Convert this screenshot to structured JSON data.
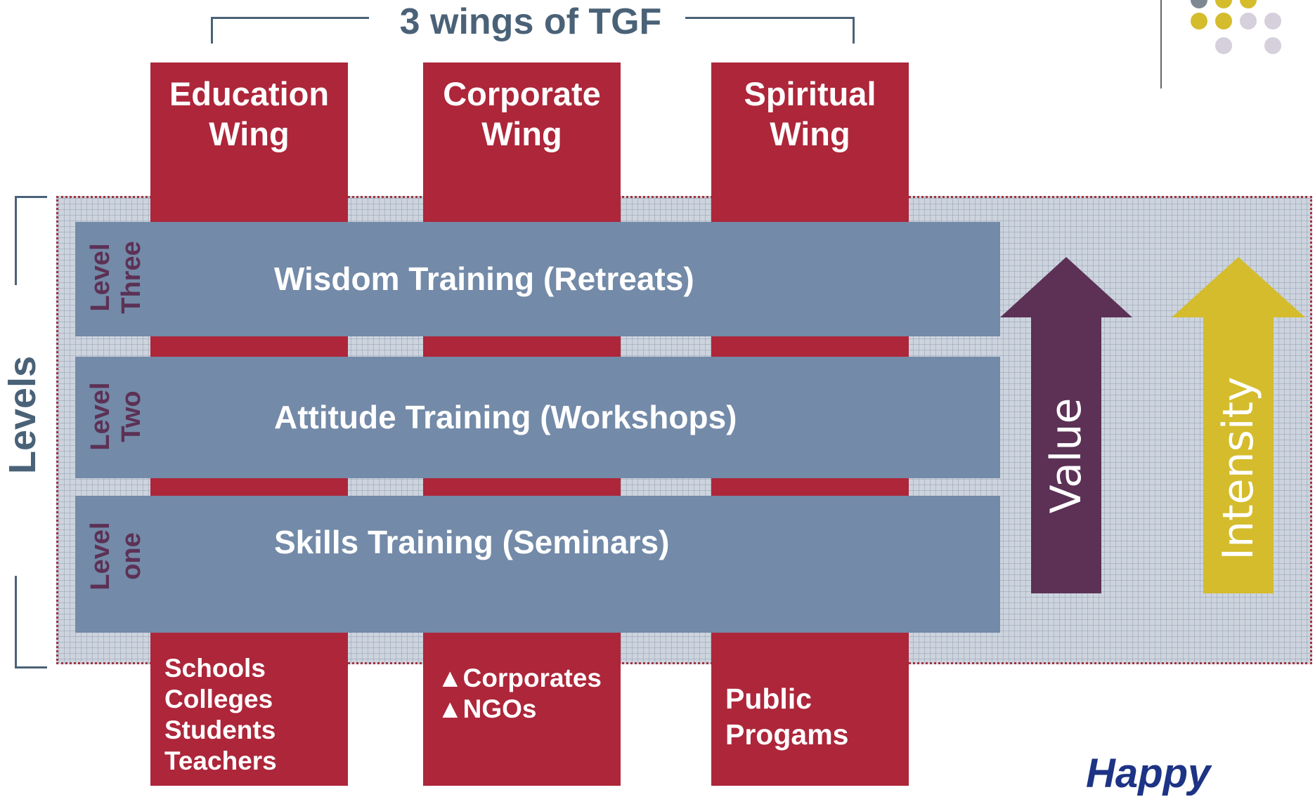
{
  "title": "3 wings of TGF",
  "levels_label": "Levels",
  "wings": [
    {
      "title_line1": "Education",
      "title_line2": "Wing",
      "audience": [
        "Schools",
        "Colleges",
        "Students",
        "Teachers"
      ]
    },
    {
      "title_line1": "Corporate",
      "title_line2": "Wing",
      "audience": [
        "▲Corporates",
        "▲NGOs"
      ]
    },
    {
      "title_line1": "Spiritual",
      "title_line2": "Wing",
      "audience": [
        "Public",
        "Progams"
      ]
    }
  ],
  "levels": [
    {
      "level_word": "Level",
      "level_num": "Three",
      "training": "Wisdom Training (Retreats)"
    },
    {
      "level_word": "Level",
      "level_num": "Two",
      "training": "Attitude Training (Workshops)"
    },
    {
      "level_word": "Level",
      "level_num": "one",
      "training": "Skills Training (Seminars)"
    }
  ],
  "arrows": {
    "value_label": "Value",
    "value_color": "#5c3155",
    "intensity_label": "Intensity",
    "intensity_color": "#d4bc2c"
  },
  "footer_text": "Happy",
  "colors": {
    "wing_red": "#ad263a",
    "bar_blue": "#738aa8",
    "title_slate": "#4a6277"
  }
}
